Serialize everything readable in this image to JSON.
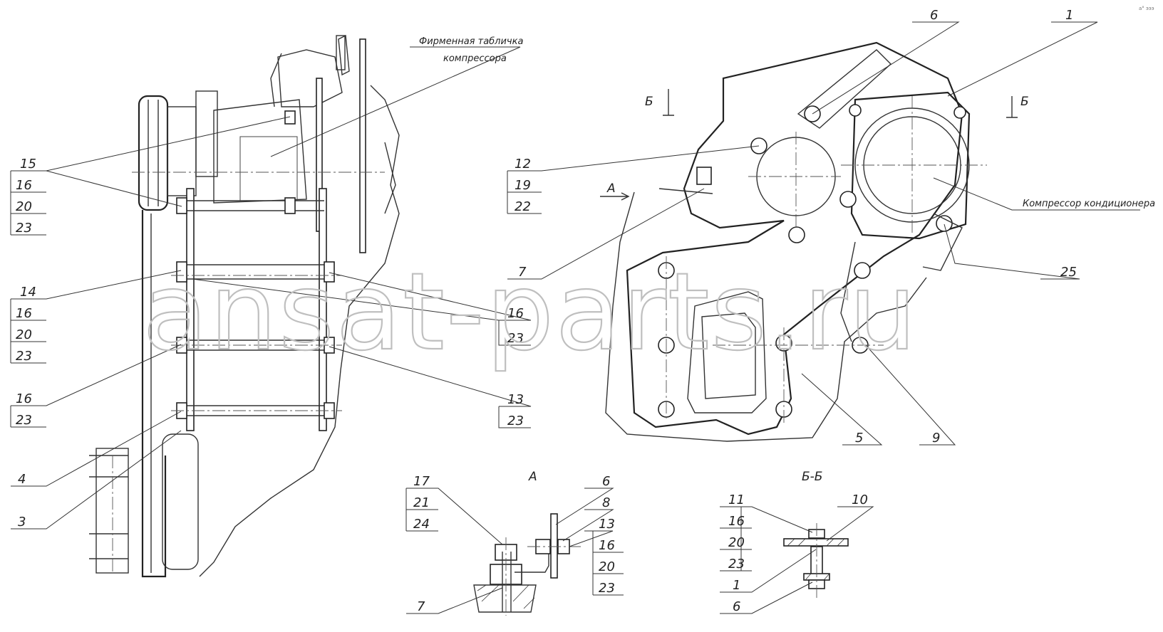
{
  "watermark": "ansat-parts.ru",
  "corner_mark": "а° эээ",
  "labels": {
    "plate_line1": "Фирменная табличка",
    "plate_line2": "компрессора",
    "compressor": "Компрессор кондиционера",
    "view_a_arrow": "А",
    "view_a": "А",
    "section_b_left": "Б",
    "section_b_right": "Б",
    "section_bb": "Б-Б"
  },
  "callouts": {
    "c1": "1",
    "c6_top": "6",
    "c12": "12",
    "c19": "19",
    "c22": "22",
    "c7_main": "7",
    "c25": "25",
    "c5": "5",
    "c9": "9",
    "c15": "15",
    "c16_a": "16",
    "c20_a": "20",
    "c23_a": "23",
    "c14": "14",
    "c16_b": "16",
    "c20_b": "20",
    "c23_b": "23",
    "c16_c": "16",
    "c23_c": "23",
    "c4": "4",
    "c3": "3",
    "c16_r": "16",
    "c23_r1": "23",
    "c13_r": "13",
    "c23_r2": "23",
    "c17": "17",
    "c21": "21",
    "c24": "24",
    "c7_a": "7",
    "c6_a": "6",
    "c8": "8",
    "c13_a": "13",
    "c16_d": "16",
    "c20_d": "20",
    "c23_d": "23",
    "c11": "11",
    "c16_e": "16",
    "c20_e": "20",
    "c23_e": "23",
    "c10": "10",
    "c1_b": "1",
    "c6_b": "6"
  }
}
